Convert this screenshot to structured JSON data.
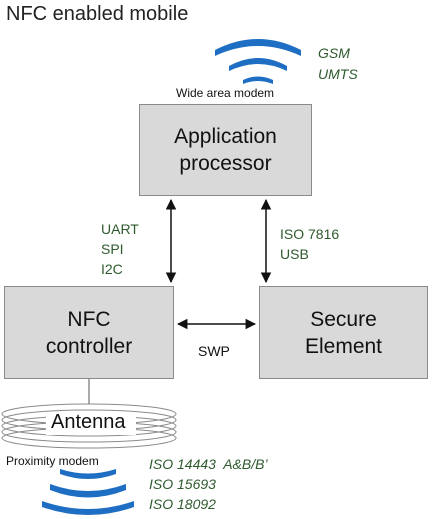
{
  "title": "NFC enabled mobile",
  "wide_area": {
    "label": "Wide area modem",
    "standards": [
      "GSM",
      "UMTS"
    ]
  },
  "boxes": {
    "app_processor": "Application processor",
    "nfc_controller": "NFC controller",
    "secure_element": "Secure Element"
  },
  "interfaces": {
    "left": [
      "UART",
      "SPI",
      "I2C"
    ],
    "right": [
      "ISO 7816",
      "USB"
    ],
    "swp": "SWP"
  },
  "antenna": {
    "label": "Antenna",
    "proximity_label": "Proximity modem",
    "standards": [
      "ISO 14443  A&B/B’",
      "ISO 15693",
      "ISO 18092"
    ]
  },
  "colors": {
    "wave": "#1e6fc4",
    "box_fill": "#d9d9d9",
    "green_text": "#2e5a2e"
  }
}
